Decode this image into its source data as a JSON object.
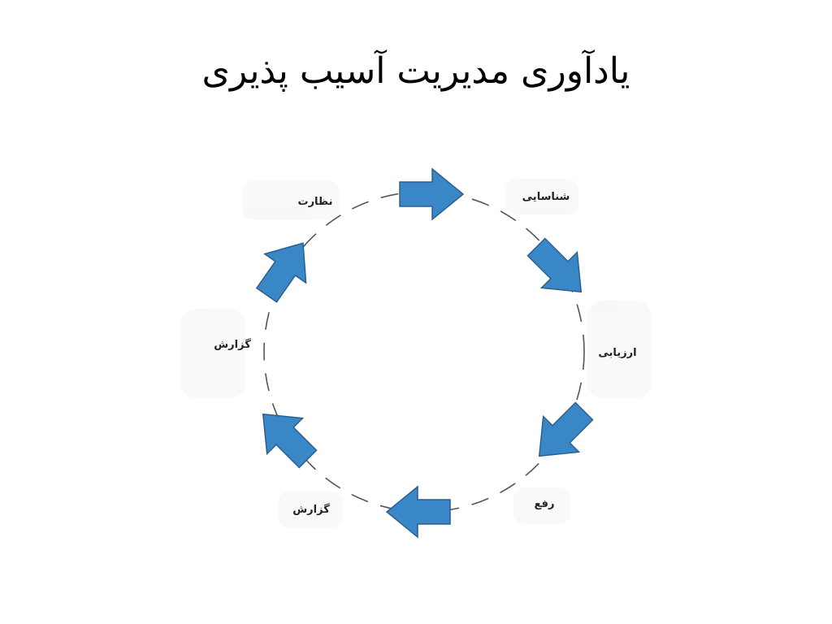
{
  "slide": {
    "title": "یادآوری مدیریت آسیب پذیری"
  },
  "cycle": {
    "steps": [
      {
        "id": "identify",
        "label": "شناسایی"
      },
      {
        "id": "assess",
        "label": "ارزیابی"
      },
      {
        "id": "remediate",
        "label": "رفع"
      },
      {
        "id": "report-bottom",
        "label": "گزارش"
      },
      {
        "id": "report-left",
        "label": "گزارش"
      },
      {
        "id": "monitor",
        "label": "نظارت"
      }
    ],
    "colors": {
      "arrow_fill": "#3a87c8",
      "arrow_stroke": "#2b5f8f",
      "ring": "#555555"
    },
    "arrow_icon": "block-arrow-icon"
  }
}
